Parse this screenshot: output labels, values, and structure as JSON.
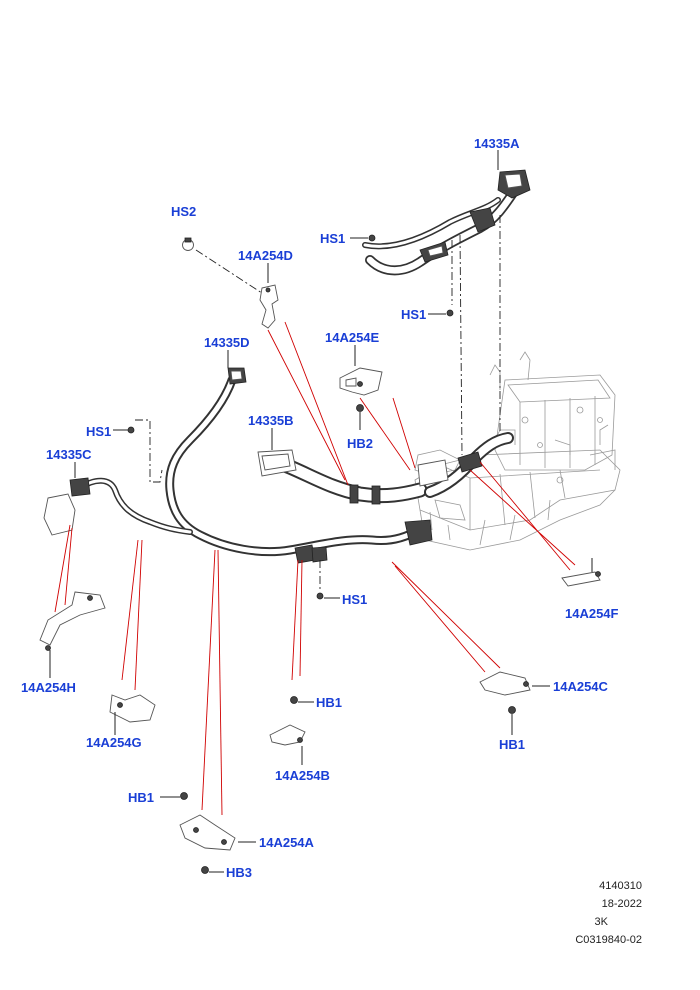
{
  "labels": {
    "l_14335A": "14335A",
    "l_HS2": "HS2",
    "l_14A254D": "14A254D",
    "l_HS1_top": "HS1",
    "l_HS1_mid": "HS1",
    "l_14335D": "14335D",
    "l_14A254E": "14A254E",
    "l_HS1_left": "HS1",
    "l_14335B": "14335B",
    "l_HB2": "HB2",
    "l_14335C": "14335C",
    "l_HS1_bottom": "HS1",
    "l_14A254F": "14A254F",
    "l_14A254H": "14A254H",
    "l_14A254C": "14A254C",
    "l_HB1_right": "HB1",
    "l_HB1_center": "HB1",
    "l_14A254G": "14A254G",
    "l_14A254B": "14A254B",
    "l_HB1_left": "HB1",
    "l_14A254A": "14A254A",
    "l_HB3": "HB3"
  },
  "meta": {
    "code": "4140310",
    "date": "18-2022",
    "rev": "3K",
    "ref": "C0319840-02"
  },
  "colors": {
    "label": "#1a3fd6",
    "leader": "#d00000",
    "linework": "#333333"
  }
}
